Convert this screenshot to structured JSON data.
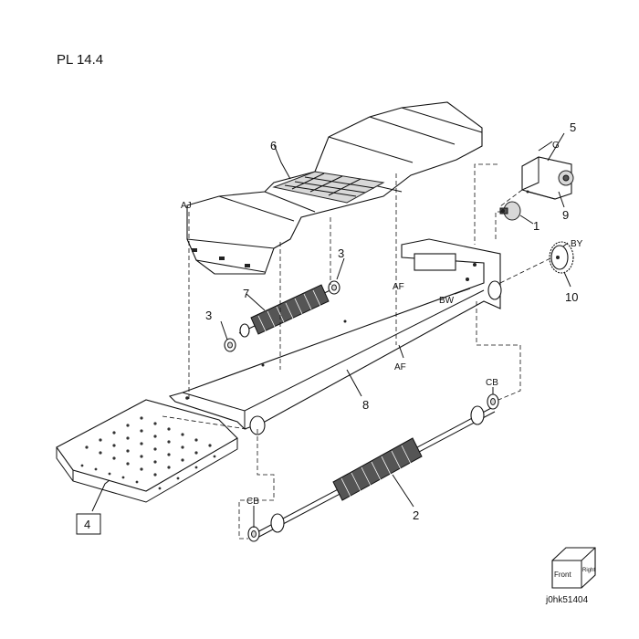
{
  "page": {
    "title": "PL 14.4"
  },
  "callouts": {
    "p1": "1",
    "p2": "2",
    "p3a": "3",
    "p3b": "3",
    "p4": "4",
    "p5": "5",
    "p6": "6",
    "p7": "7",
    "p8": "8",
    "p9": "9",
    "p10": "10"
  },
  "refs": {
    "aj": "AJ",
    "af": "AF",
    "bw": "BW",
    "by": "BY",
    "g": "G",
    "cb_right": "CB",
    "cb_left": "CB"
  },
  "orientation": {
    "front": "Front",
    "right": "Right"
  },
  "figure_id": "j0hk51404"
}
